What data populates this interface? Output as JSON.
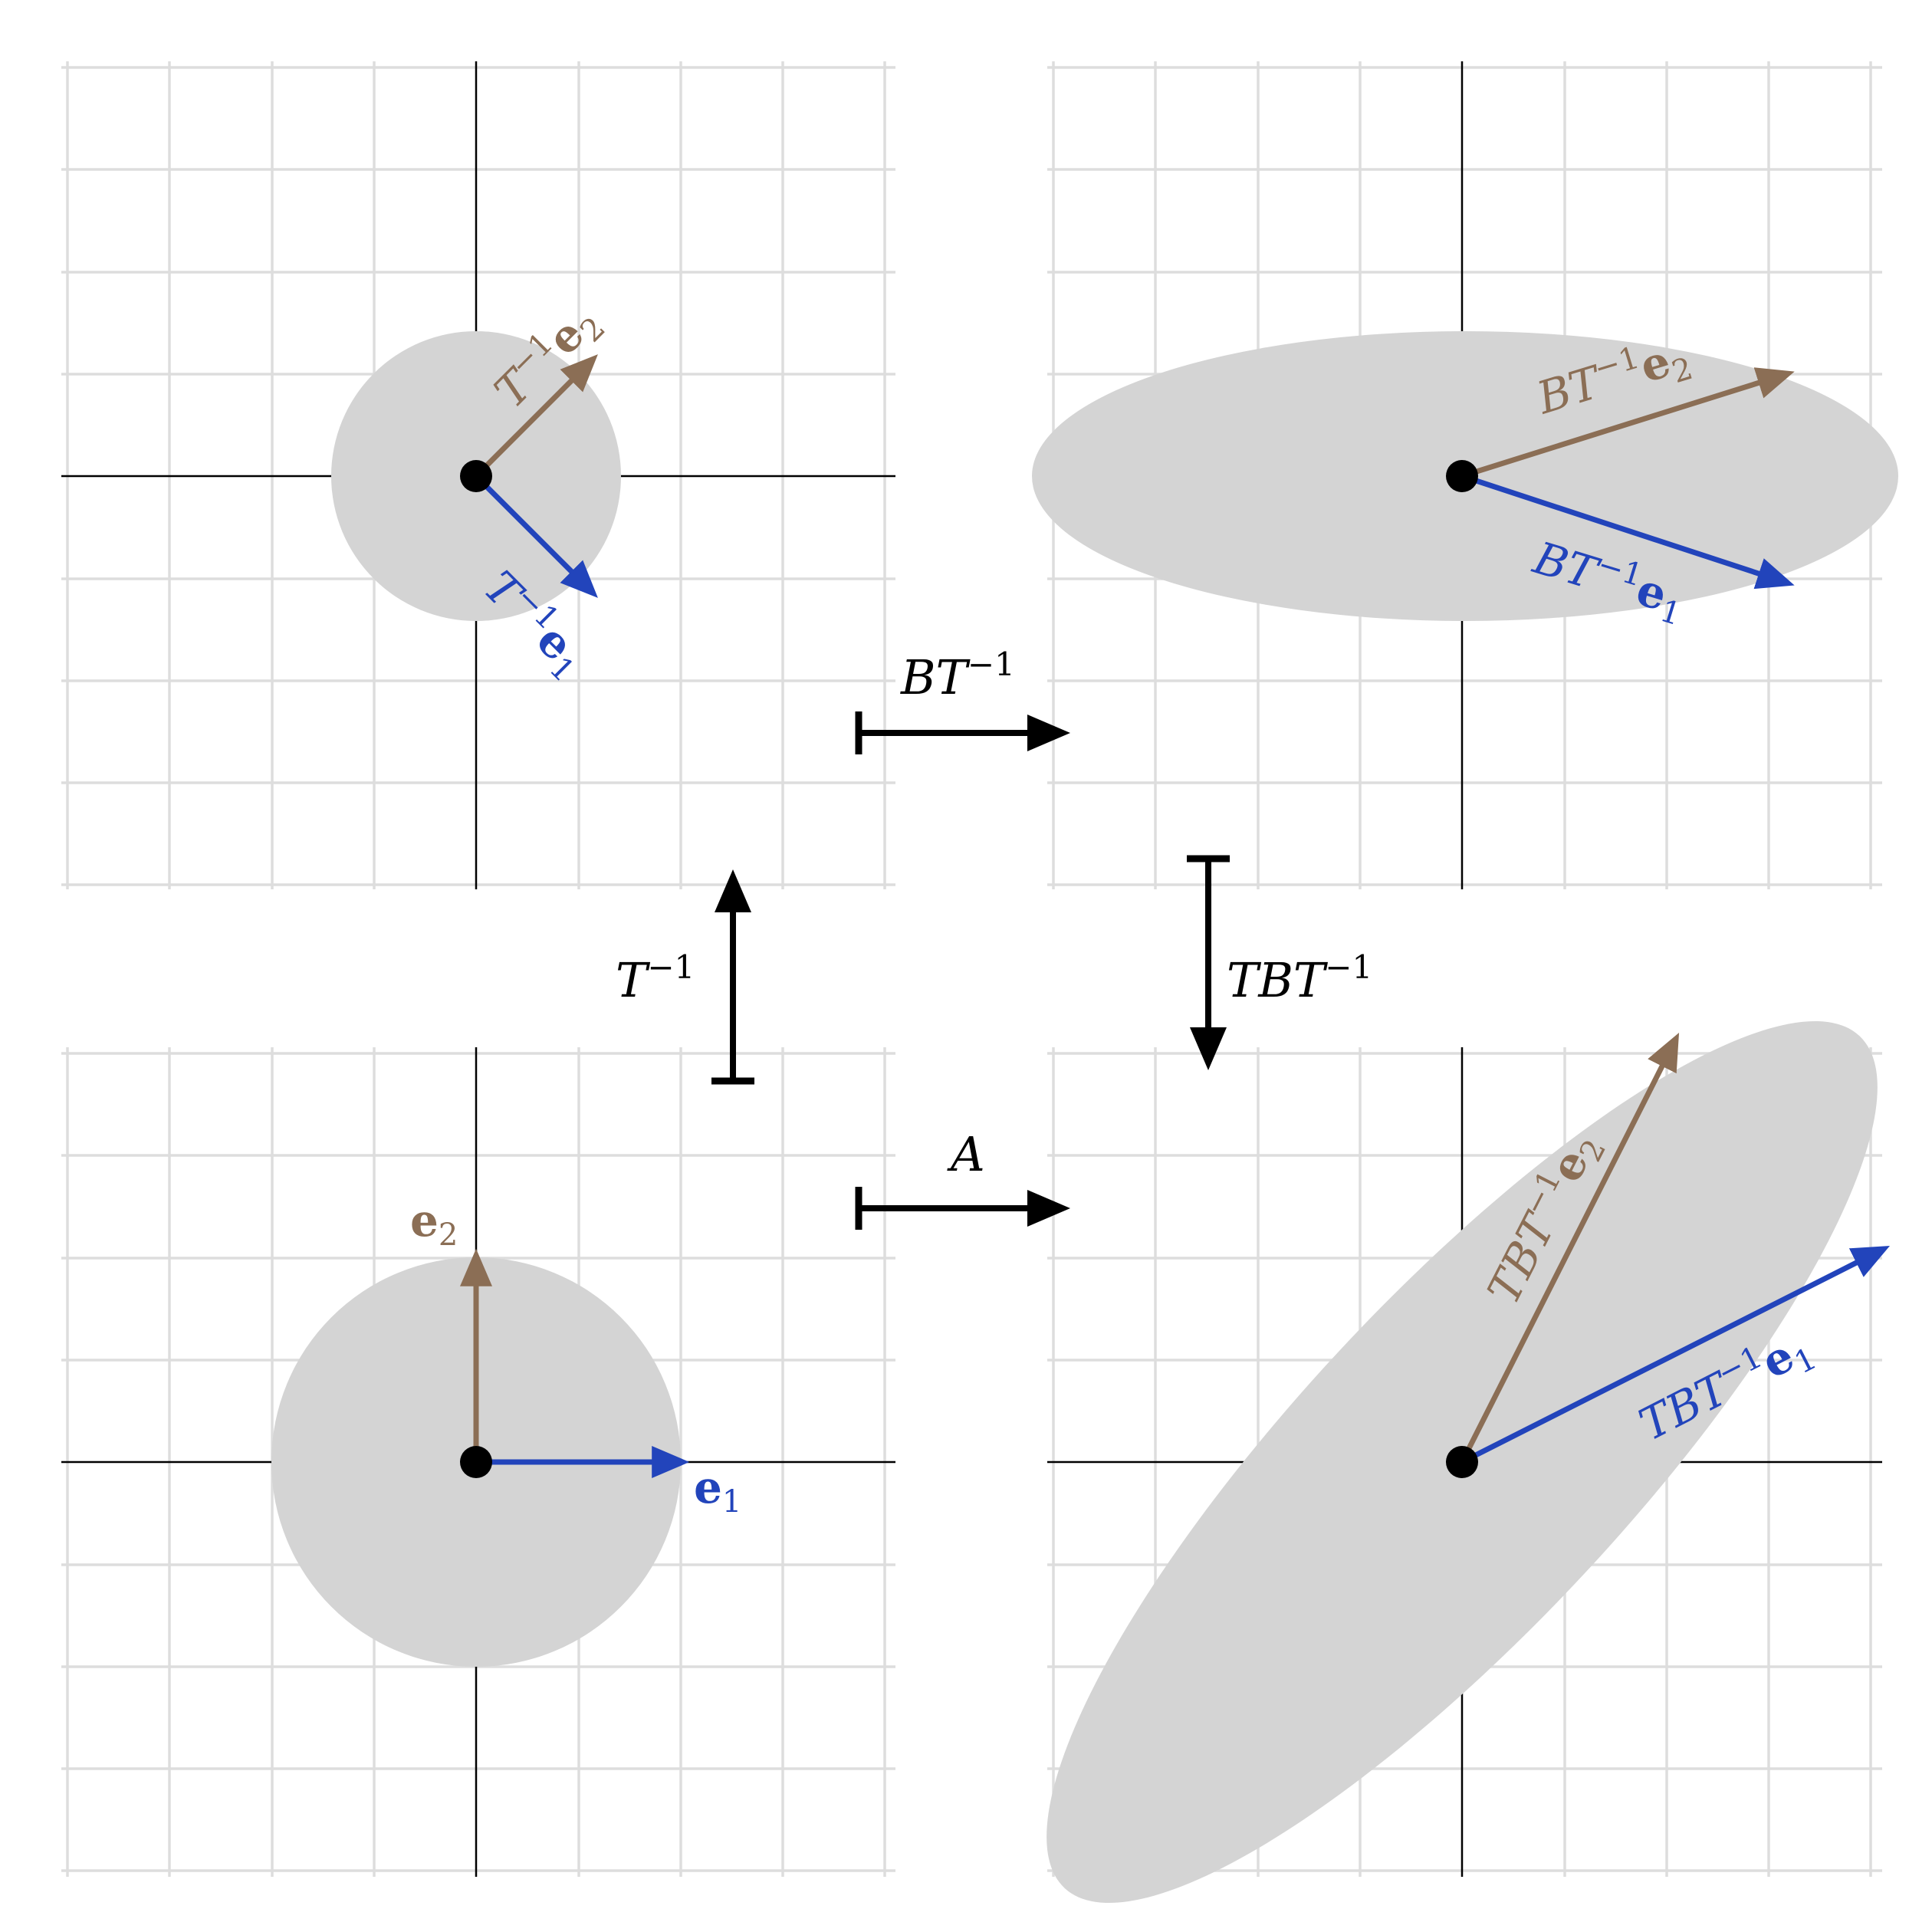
{
  "colors": {
    "background": "#ffffff",
    "grid": "#dddddd",
    "axis": "#000000",
    "region": "#d4d4d4",
    "e1_vector": "#2244bb",
    "e2_vector": "#8b6e55",
    "map_arrow": "#000000"
  },
  "panels": {
    "top_left": {
      "vector_e2": {
        "base": "T",
        "sup": "−1",
        "vec": "e",
        "sub": "2"
      },
      "vector_e1": {
        "base": "T",
        "sup": "−1",
        "vec": "e",
        "sub": "1"
      }
    },
    "top_right": {
      "vector_e2": {
        "base": "BT",
        "sup": "−1",
        "vec": "e",
        "sub": "2"
      },
      "vector_e1": {
        "base": "BT",
        "sup": "−1",
        "vec": "e",
        "sub": "1"
      }
    },
    "bottom_left": {
      "vector_e2": {
        "vec": "e",
        "sub": "2"
      },
      "vector_e1": {
        "vec": "e",
        "sub": "1"
      }
    },
    "bottom_right": {
      "vector_e2": {
        "base": "TBT",
        "sup": "−1",
        "vec": "e",
        "sub": "2"
      },
      "vector_e1": {
        "base": "TBT",
        "sup": "−1",
        "vec": "e",
        "sub": "1"
      }
    }
  },
  "maps": {
    "top_horizontal": {
      "base": "BT",
      "sup": "−1"
    },
    "left_vertical": {
      "base": "T",
      "sup": "−1"
    },
    "right_vertical": {
      "base": "TBT",
      "sup": "−1"
    },
    "bottom_horizontal": {
      "base": "A"
    }
  }
}
